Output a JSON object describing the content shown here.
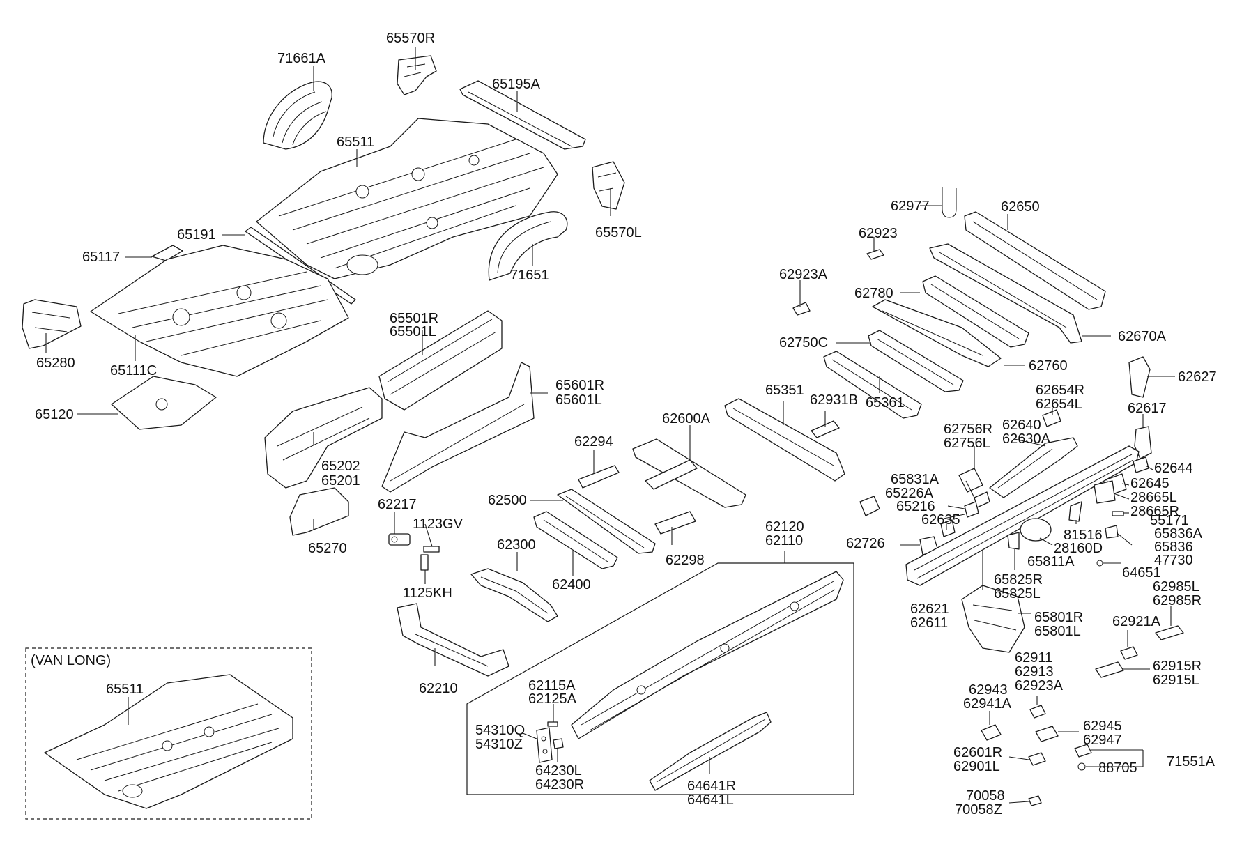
{
  "diagram": {
    "inset_label": "(VAN LONG)",
    "part_numbers": {
      "p71661A": "71661A",
      "p65570R": "65570R",
      "p65195A": "65195A",
      "p65511": "65511",
      "p65570L": "65570L",
      "p65191": "65191",
      "p65117": "65117",
      "p71651": "71651",
      "p65280": "65280",
      "p65111C": "65111C",
      "p65120": "65120",
      "p65501R": "65501R",
      "p65501L": "65501L",
      "p65601R": "65601R",
      "p65601L": "65601L",
      "p65202": "65202",
      "p65201": "65201",
      "p65270": "65270",
      "p62217": "62217",
      "p1123GV": "1123GV",
      "p1125KH": "1125KH",
      "p62500": "62500",
      "p62294": "62294",
      "p62300": "62300",
      "p62400": "62400",
      "p62210": "62210",
      "p62600A": "62600A",
      "p62298": "62298",
      "p65351": "65351",
      "p62931B": "62931B",
      "p65361": "65361",
      "p62977": "62977",
      "p62650": "62650",
      "p62923": "62923",
      "p62923A_top": "62923A",
      "p62780": "62780",
      "p62750C": "62750C",
      "p62760": "62760",
      "p62670A": "62670A",
      "p62627": "62627",
      "p62617": "62617",
      "p62654R": "62654R",
      "p62654L": "62654L",
      "p62640": "62640",
      "p62630A": "62630A",
      "p62756R": "62756R",
      "p62756L": "62756L",
      "p65831A": "65831A",
      "p65226A": "65226A",
      "p65216": "65216",
      "p62635": "62635",
      "p62726": "62726",
      "p62644": "62644",
      "p62645": "62645",
      "p28665L": "28665L",
      "p28665R": "28665R",
      "p55171": "55171",
      "p81516": "81516",
      "p28160D": "28160D",
      "p65811A": "65811A",
      "p65836A": "65836A",
      "p65836": "65836",
      "p47730": "47730",
      "p64651": "64651",
      "p62621": "62621",
      "p62611": "62611",
      "p65825R": "65825R",
      "p65825L": "65825L",
      "p65801R": "65801R",
      "p65801L": "65801L",
      "p62985L": "62985L",
      "p62985R": "62985R",
      "p62921A": "62921A",
      "p62915R": "62915R",
      "p62915L": "62915L",
      "p62911": "62911",
      "p62913": "62913",
      "p62923A_bot": "62923A",
      "p62943": "62943",
      "p62941A": "62941A",
      "p62945": "62945",
      "p62947": "62947",
      "p62601R": "62601R",
      "p62901L": "62901L",
      "p71551A": "71551A",
      "p88705": "88705",
      "p70058": "70058",
      "p70058Z": "70058Z",
      "p62120": "62120",
      "p62110": "62110",
      "p62115A": "62115A",
      "p62125A": "62125A",
      "p54310Q": "54310Q",
      "p54310Z": "54310Z",
      "p64230L": "64230L",
      "p64230R": "64230R",
      "p64641R": "64641R",
      "p64641L": "64641L",
      "p65511_van": "65511"
    }
  }
}
